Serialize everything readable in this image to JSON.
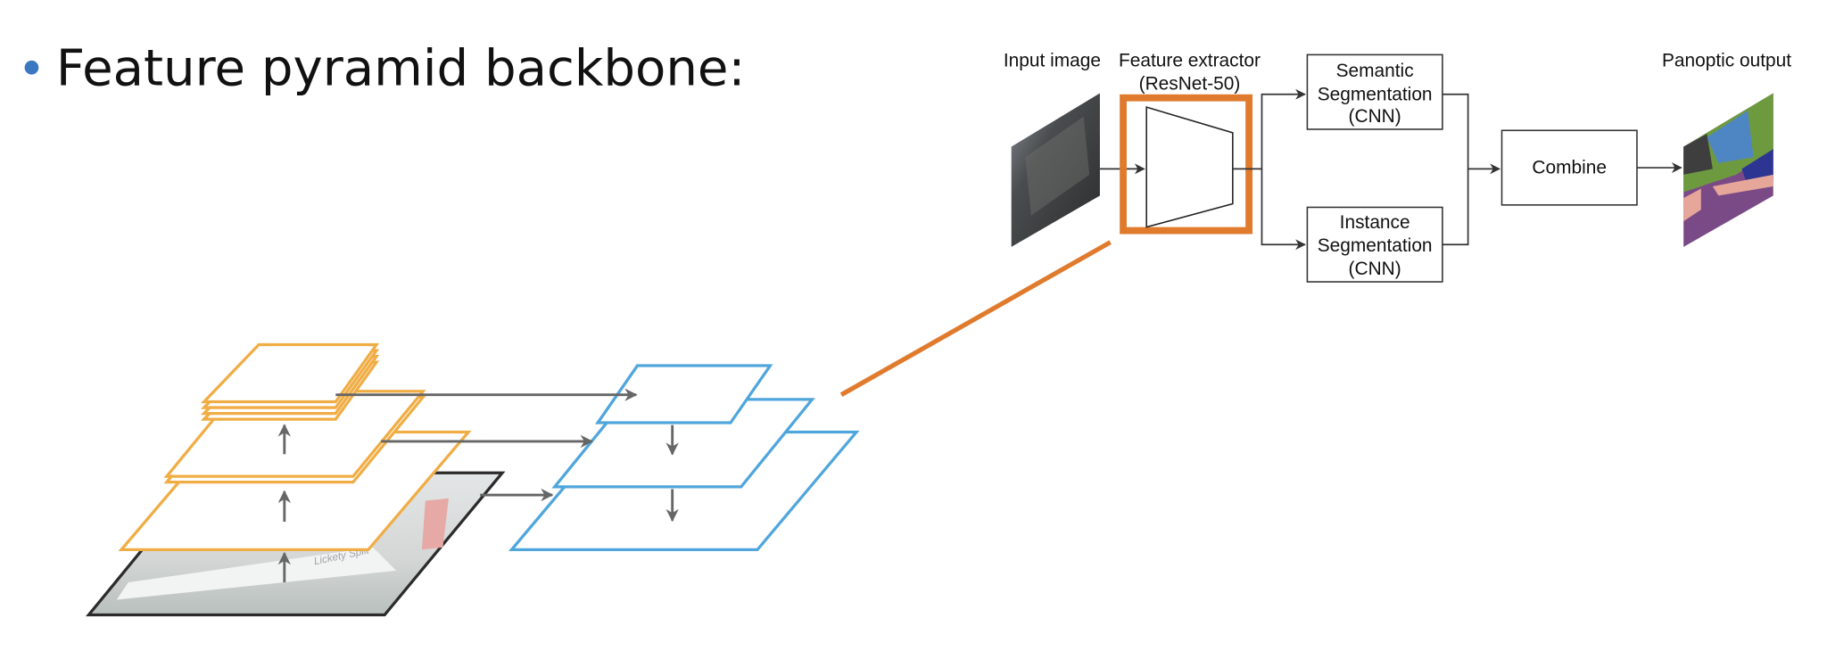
{
  "slide": {
    "bullet_text": "Feature pyramid backbone:",
    "accent_bullet": "#3a78c2"
  },
  "pipeline": {
    "input_label": "Input image",
    "extractor_label_1": "Feature extractor",
    "extractor_label_2": "(ResNet-50)",
    "semantic_1": "Semantic",
    "semantic_2": "Segmentation",
    "semantic_3": "(CNN)",
    "instance_1": "Instance",
    "instance_2": "Segmentation",
    "instance_3": "(CNN)",
    "combine": "Combine",
    "output_label": "Panoptic output",
    "highlight_color": "#e07b2e"
  },
  "fpn": {
    "bottom_up_color": "#f0ad45",
    "top_down_color": "#4fa6dc",
    "boat_text": "Lickety Split"
  }
}
